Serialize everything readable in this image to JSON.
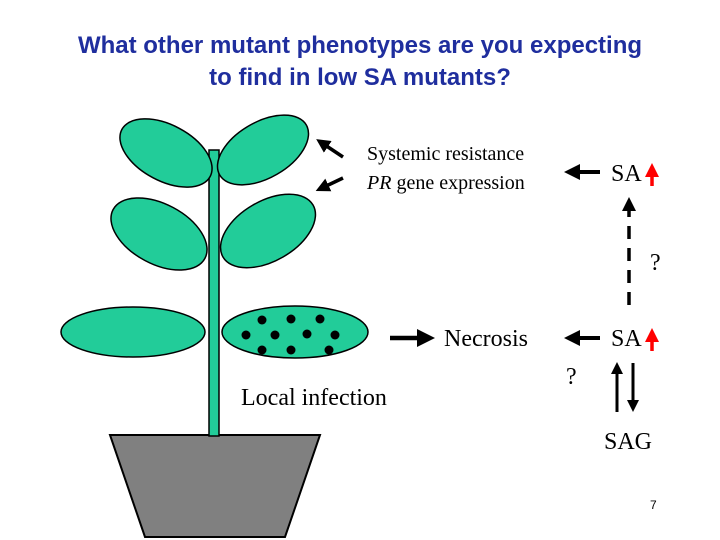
{
  "slide": {
    "title_line1": "What other mutant phenotypes are you expecting",
    "title_line2": "to find in low SA mutants?",
    "page_number": "7"
  },
  "labels": {
    "systemic_resistance": "Systemic resistance",
    "pr_italic": "PR",
    "gene_expression": " gene expression",
    "sa_top": "SA",
    "question_top": "?",
    "necrosis": "Necrosis",
    "sa_middle": "SA",
    "question_middle": "?",
    "local_infection": "Local infection",
    "sag": "SAG"
  },
  "colors": {
    "leaf": "#22cc99",
    "pot": "#808080",
    "title": "#1f2e9e",
    "up_arrow": "#ff0000"
  }
}
